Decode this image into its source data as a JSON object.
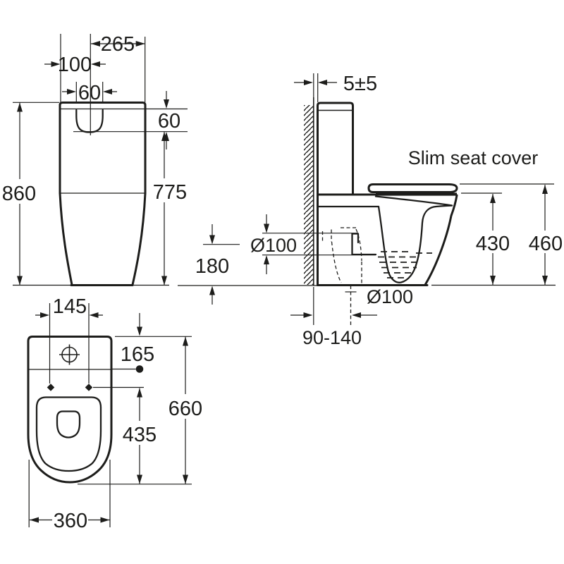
{
  "colors": {
    "line": "#1d1d1b",
    "background": "#ffffff"
  },
  "front_view": {
    "width_top": "265",
    "left_offset": "100",
    "button_width": "60",
    "lid_depth": "60",
    "total_height": "860",
    "height_to_lid": "775"
  },
  "side_view": {
    "wall_gap": "5±5",
    "seat_label": "Slim seat cover",
    "outlet_diameter": "Ø100",
    "outlet_center_height": "180",
    "pan_height": "430",
    "seat_height": "460",
    "floor_outlet_diameter": "Ø100",
    "outlet_setout_range": "90-140"
  },
  "plan_view": {
    "fixing_hole_centres": "145",
    "hinge_hole_offset": "165",
    "overall_depth": "660",
    "fixing_to_front": "435",
    "base_width": "360"
  }
}
